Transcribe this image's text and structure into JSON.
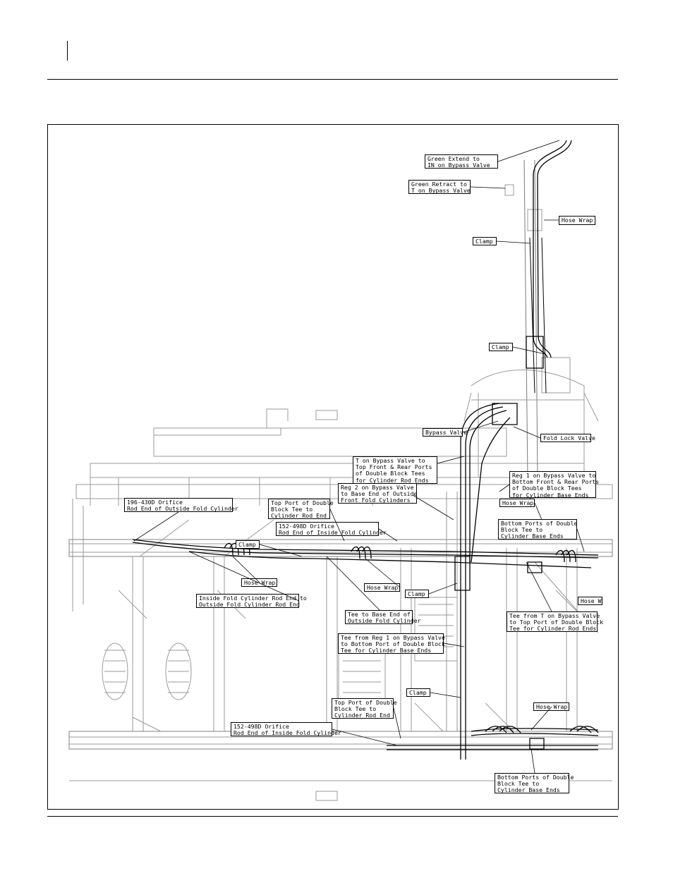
{
  "diagram": {
    "callouts": [
      {
        "id": "green-extend",
        "text": "Green Extend to\nIN on Bypass Valve"
      },
      {
        "id": "green-retract",
        "text": "Green Retract to\nT on Bypass Valve"
      },
      {
        "id": "hose-wrap-top",
        "text": "Hose Wrap"
      },
      {
        "id": "clamp-1",
        "text": "Clamp"
      },
      {
        "id": "clamp-2",
        "text": "Clamp"
      },
      {
        "id": "bypass-valve",
        "text": "Bypass Valve"
      },
      {
        "id": "fold-lock-valve",
        "text": "Fold Lock Valve"
      },
      {
        "id": "t-bypass-top-front",
        "text": "T on Bypass Valve to\nTop Front & Rear Ports\nof Double Block Tees\nfor Cylinder Rod Ends"
      },
      {
        "id": "reg1-bottom-front",
        "text": "Reg 1 on Bypass Valve to\nBottom Front & Rear Ports\nof Double Block Tees\nfor Cylinder Base Ends"
      },
      {
        "id": "reg2-base-end",
        "text": "Reg 2 on Bypass Valve\nto Base End of Outside\nFront Fold Cylinders"
      },
      {
        "id": "hose-wrap-mid-right",
        "text": "Hose Wrap"
      },
      {
        "id": "orifice-196",
        "text": "196-430D Orifice\nRod End of Outside Fold Cylinder"
      },
      {
        "id": "top-port-upper",
        "text": "Top Port of Double\nBlock Tee to\nCylinder Rod End"
      },
      {
        "id": "orifice-152-upper",
        "text": "152-498D Orifice\nRod End of Inside Fold Cylinder"
      },
      {
        "id": "bottom-ports-upper",
        "text": "Bottom Ports of Double\nBlock Tee to\nCylinder Base Ends"
      },
      {
        "id": "clamp-3",
        "text": "Clamp"
      },
      {
        "id": "hose-wrap-left",
        "text": "Hose Wrap"
      },
      {
        "id": "inside-fold-rod",
        "text": "Inside Fold Cylinder Rod End to\nOutside Fold Cylinder Rod End"
      },
      {
        "id": "hose-wrap-center",
        "text": "Hose Wrap"
      },
      {
        "id": "clamp-4",
        "text": "Clamp"
      },
      {
        "id": "hose-wrap-edge",
        "text": "Hose W"
      },
      {
        "id": "tee-base-outside",
        "text": "Tee to Base End of\nOutside Fold Cylinder"
      },
      {
        "id": "tee-from-t",
        "text": "Tee from T on Bypass Valve\nto Top Port of Double Block\nTee for Cylinder Rod Ends"
      },
      {
        "id": "tee-from-reg1",
        "text": "Tee from Reg 1 on Bypass Valve\nto Bottom Port of Double Block\nTee for Cylinder Base Ends"
      },
      {
        "id": "clamp-5",
        "text": "Clamp"
      },
      {
        "id": "top-port-lower",
        "text": "Top Port of Double\nBlock Tee to\nCylinder Rod End"
      },
      {
        "id": "hose-wrap-lower",
        "text": "Hose Wrap"
      },
      {
        "id": "orifice-152-lower",
        "text": "152-498D Orifice\nRod End of Inside Fold Cylinder"
      },
      {
        "id": "bottom-ports-lower",
        "text": "Bottom Ports of Double\nBlock Tee to\nCylinder Base Ends"
      }
    ]
  }
}
